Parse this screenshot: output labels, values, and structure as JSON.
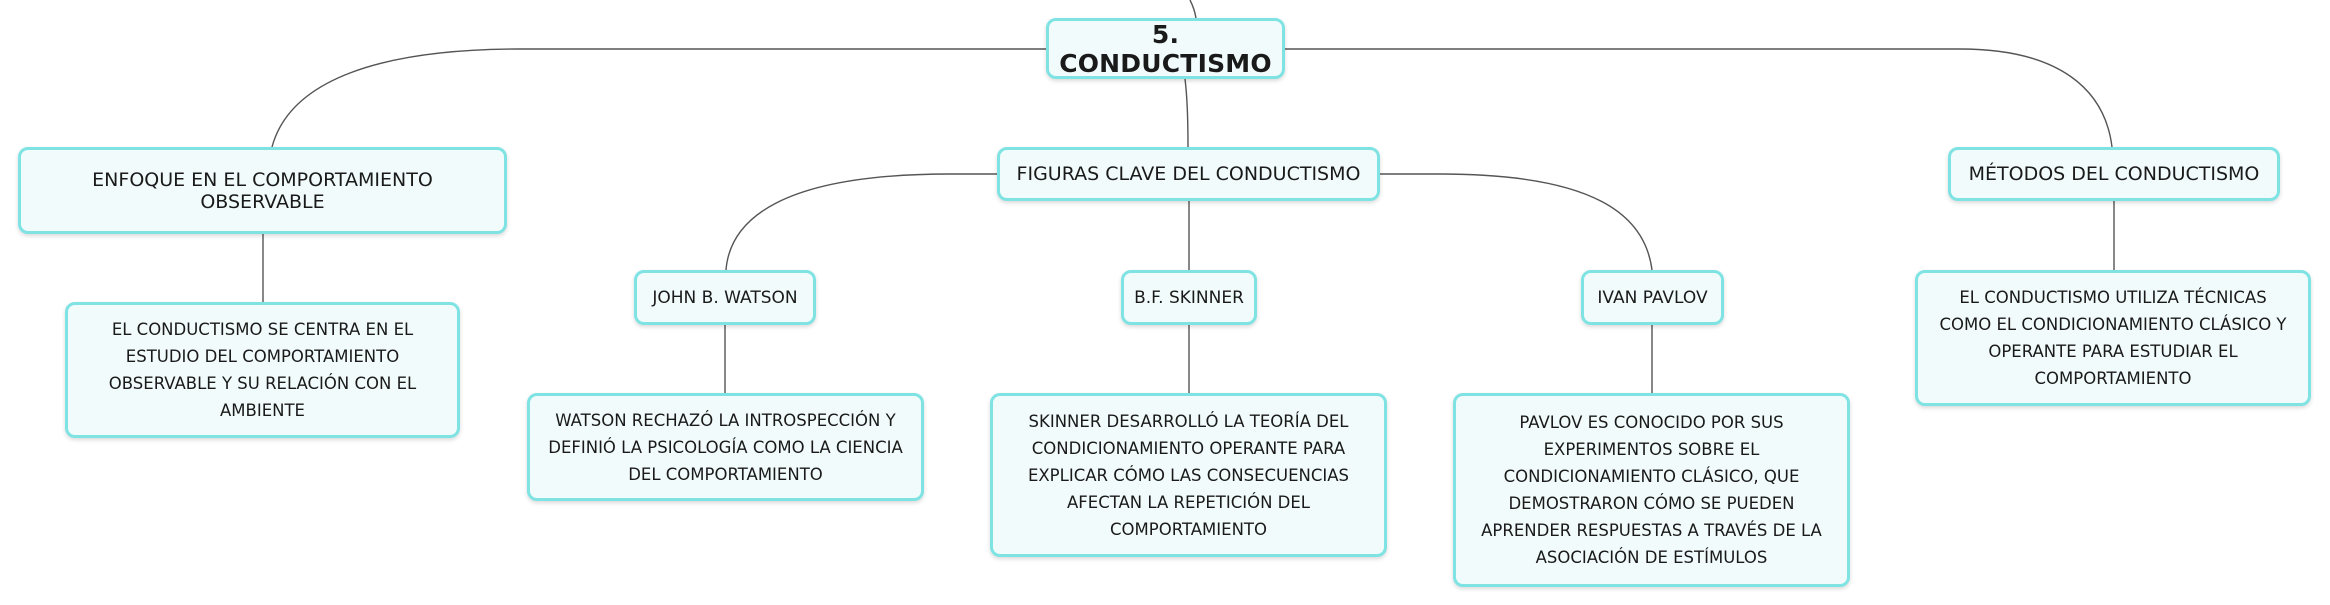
{
  "root": {
    "label": "5. CONDUCTISMO"
  },
  "topics": {
    "enfoque": {
      "label": "ENFOQUE EN EL COMPORTAMIENTO OBSERVABLE"
    },
    "figuras": {
      "label": "FIGURAS CLAVE DEL CONDUCTISMO"
    },
    "metodos": {
      "label": "MÉTODOS DEL CONDUCTISMO"
    }
  },
  "figures": {
    "watson": {
      "label": "JOHN B. WATSON"
    },
    "skinner": {
      "label": "B.F. SKINNER"
    },
    "pavlov": {
      "label": "IVAN PAVLOV"
    }
  },
  "descriptions": {
    "enfoque": "EL CONDUCTISMO SE CENTRA EN EL ESTUDIO DEL COMPORTAMIENTO OBSERVABLE Y SU RELACIÓN CON EL AMBIENTE",
    "watson": "WATSON RECHAZÓ LA INTROSPECCIÓN Y DEFINIÓ LA PSICOLOGÍA COMO LA CIENCIA DEL COMPORTAMIENTO",
    "skinner": "SKINNER DESARROLLÓ LA TEORÍA DEL CONDICIONAMIENTO OPERANTE PARA EXPLICAR CÓMO LAS CONSECUENCIAS AFECTAN LA REPETICIÓN DEL COMPORTAMIENTO",
    "pavlov": "PAVLOV ES CONOCIDO POR SUS EXPERIMENTOS SOBRE EL CONDICIONAMIENTO CLÁSICO, QUE DEMOSTRARON CÓMO SE PUEDEN APRENDER RESPUESTAS A TRAVÉS DE LA ASOCIACIÓN DE ESTÍMULOS",
    "metodos": "EL CONDUCTISMO UTILIZA TÉCNICAS COMO EL CONDICIONAMIENTO CLÁSICO Y OPERANTE PARA ESTUDIAR EL COMPORTAMIENTO"
  },
  "colors": {
    "node_border": "#7fe3e3",
    "node_fill": "#f1fbfb",
    "connector": "#555555"
  }
}
